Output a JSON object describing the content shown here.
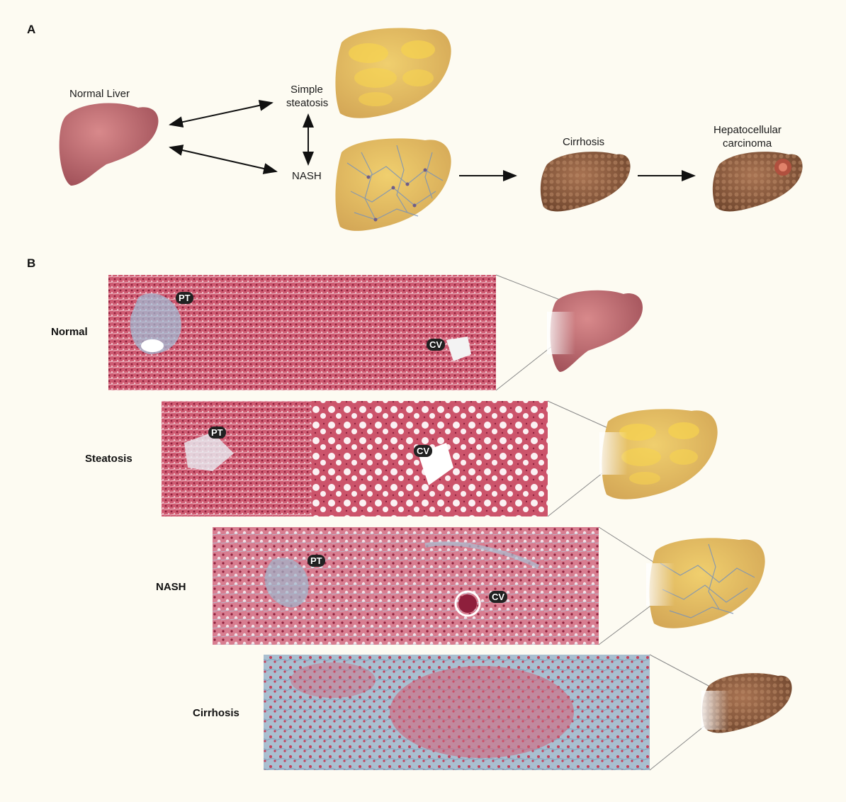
{
  "panel_a": {
    "letter": "A",
    "labels": {
      "normal_liver": "Normal Liver",
      "simple": "Simple",
      "steatosis": "steatosis",
      "nash": "NASH",
      "cirrhosis": "Cirrhosis",
      "hcc_line1": "Hepatocellular",
      "hcc_line2": "carcinoma"
    }
  },
  "panel_b": {
    "letter": "B",
    "rows": [
      {
        "label": "Normal",
        "tags": [
          "PT",
          "CV"
        ]
      },
      {
        "label": "Steatosis",
        "tags": [
          "PT",
          "CV"
        ]
      },
      {
        "label": "NASH",
        "tags": [
          "PT",
          "CV"
        ]
      },
      {
        "label": "Cirrhosis",
        "tags": []
      }
    ]
  },
  "colors": {
    "normal_liver": "#b8656a",
    "fatty_liver": "#dcb462",
    "nash_liver": "#d9ad5c",
    "cirrhotic_liver": "#8a5a3c",
    "tissue_pink": "#c94a63",
    "fibrosis_blue": "#8fb4cf"
  }
}
